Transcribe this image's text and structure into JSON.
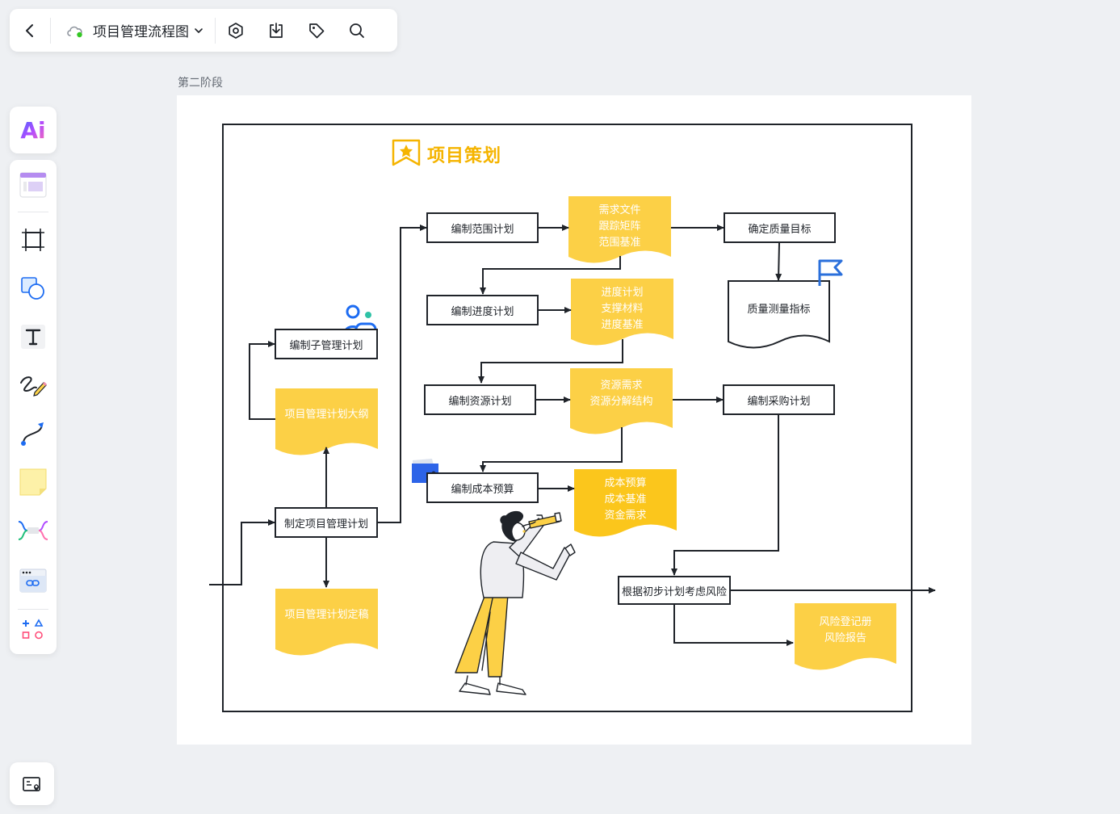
{
  "toolbar": {
    "doc_title": "项目管理流程图",
    "icons": [
      "back-icon",
      "cloud-sync-icon",
      "chevron-down-icon",
      "settings-icon",
      "download-icon",
      "tag-icon",
      "search-icon"
    ]
  },
  "left_tools": {
    "ai_label": "Ai",
    "tools": [
      "template-icon",
      "frame-icon",
      "shape-icon",
      "text-icon",
      "pen-icon",
      "connector-icon",
      "sticky-note-icon",
      "mindmap-icon",
      "link-embed-icon",
      "more-shapes-icon"
    ]
  },
  "canvas": {
    "frame_label": "第二阶段",
    "title": "项目策划",
    "nodes": {
      "scope_plan": "编制范围计划",
      "progress_plan": "编制进度计划",
      "resource_plan": "编制资源计划",
      "cost_budget": "编制成本预算",
      "sub_plan": "编制子管理计划",
      "make_pm_plan": "制定项目管理计划",
      "quality_goal": "确定质量目标",
      "quality_metric": "质量测量指标",
      "procurement": "编制采购计划",
      "risk": "根据初步计划考虑风险"
    },
    "docs": {
      "d1": [
        "需求文件",
        "跟踪矩阵",
        "范围基准"
      ],
      "d2": [
        "进度计划",
        "支撑材料",
        "进度基准"
      ],
      "d3": [
        "资源需求",
        "资源分解结构"
      ],
      "d4": [
        "成本预算",
        "成本基准",
        "资金需求"
      ],
      "outline": [
        "项目管理计划大纲"
      ],
      "final": [
        "项目管理计划定稿"
      ],
      "risk_docs": [
        "风险登记册",
        "风险报告"
      ]
    }
  },
  "colors": {
    "accent_yellow": "#fcd046",
    "title_yellow": "#f5b400",
    "line": "#1f2329",
    "blue_icon": "#1d6cf2"
  }
}
